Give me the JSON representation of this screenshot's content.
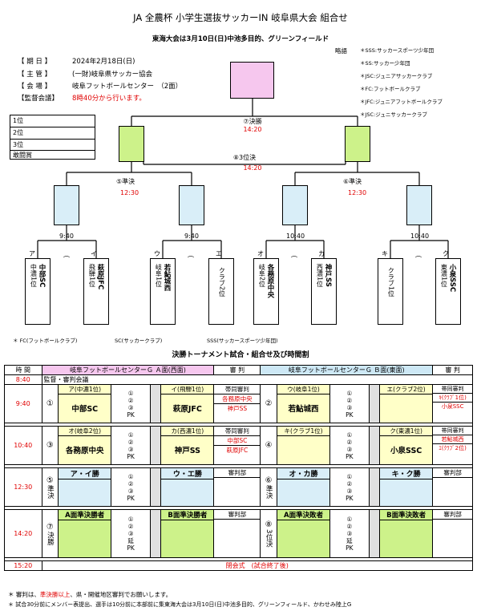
{
  "header": {
    "title": "JA 全農杯 小学生選抜サッカーIN 岐阜県大会 組合せ",
    "subtitle": "東海大会は3月10日(日)中池多目的、グリーンフィールド",
    "abbr_label": "略語"
  },
  "info": {
    "date_label": "【 期 日 】",
    "date_value": "2024年2月18日(日)",
    "host_label": "【 主 管 】",
    "host_value": "(一財)岐阜県サッカー協会",
    "venue_label": "【 会 場 】",
    "venue_value": "岐阜フットボールセンター　（2面）",
    "meeting_label": "【監督会議】",
    "meeting_value": "8時40分から行います。"
  },
  "legend": [
    "＊SSS:サッカースポーツ少年団",
    "＊SS:サッカー少年団",
    "＊JSC:ジュニアサッカークラブ",
    "＊FC:フットボールクラブ",
    "＊JFC:ジュニアフットボールクラブ",
    "＊JSC:ジュニサッカークラブ"
  ],
  "ranks": [
    "1位",
    "2位",
    "3位",
    "敢闘賞"
  ],
  "bracket": {
    "final_label": "⑦決勝",
    "final_time": "14:20",
    "third_label": "⑧3位決",
    "third_time": "14:20",
    "semi5_label": "⑤準決",
    "semi5_time": "12:30",
    "semi6_label": "⑥準決",
    "semi6_time": "12:30",
    "r1_times": [
      "9:40",
      "9:40",
      "10:40",
      "10:40"
    ],
    "letters": [
      "ア",
      "イ",
      "ウ",
      "エ",
      "オ",
      "カ",
      "キ",
      "ク"
    ],
    "teams": [
      {
        "name": "中部SC",
        "rank": "中濃1位"
      },
      {
        "name": "萩原JFC",
        "rank": "飛騨1位"
      },
      {
        "name": "若鮎城西",
        "rank": "岐阜1位"
      },
      {
        "name": "クラブ2位",
        "rank": ""
      },
      {
        "name": "各務原中央",
        "rank": "岐阜2位"
      },
      {
        "name": "神戸SS",
        "rank": "西濃1位"
      },
      {
        "name": "クラブ1位",
        "rank": ""
      },
      {
        "name": "小泉SSC",
        "rank": "東濃1位"
      }
    ],
    "notes": [
      "＊ FC(フットボールクラブ)",
      "SC(サッカークラブ)",
      "SSS(サッカースポーツ少年団)"
    ]
  },
  "schedule": {
    "title": "決勝トーナメント試合・組合せ及び時間割",
    "col_time": "時 間",
    "col_a": "岐阜フットボールセンターＧ Ａ面(西面)",
    "col_ref": "審 判",
    "col_b": "岐阜フットボールセンターＧ Ｂ面(東面)",
    "col_ref2": "審 判",
    "meeting_time": "8:40",
    "meeting_text": "監督・審判会議",
    "rows": [
      {
        "time": "9:40",
        "a_num": "①",
        "a_left_rank": "ア(中濃1位)",
        "a_left": "中部SC",
        "a_right_rank": "イ(飛騨1位)",
        "a_right": "萩原JFC",
        "a_ref": [
          "帯同審判",
          "各務原中央",
          "神戸SS"
        ],
        "b_num": "②",
        "b_left_rank": "ウ(岐阜1位)",
        "b_left": "若鮎城西",
        "b_right_rank": "エ(クラブ2位)",
        "b_right": "",
        "b_ref": [
          "帯同審判",
          "ｷ(ｸﾗﾌﾞ1位)",
          "小泉SSC"
        ],
        "marks": [
          "①",
          "②",
          "③",
          "PK"
        ]
      },
      {
        "time": "10:40",
        "a_num": "③",
        "a_left_rank": "オ(岐阜2位)",
        "a_left": "各務原中央",
        "a_right_rank": "カ(西濃1位)",
        "a_right": "神戸SS",
        "a_ref": [
          "帯同審判",
          "中部SC",
          "萩原JFC"
        ],
        "b_num": "④",
        "b_left_rank": "キ(クラブ1位)",
        "b_left": "",
        "b_right_rank": "ク(東濃1位)",
        "b_right": "小泉SSC",
        "b_ref": [
          "帯同審判",
          "若鮎城西",
          "ｴ(ｸﾗﾌﾞ2位)"
        ],
        "marks": [
          "①",
          "②",
          "③",
          "PK"
        ]
      },
      {
        "time": "12:30",
        "a_num": "⑤",
        "a_num_sub": "準決",
        "a_left": "ア・イ勝",
        "a_right": "ウ・エ勝",
        "a_ref": [
          "審判部"
        ],
        "b_num": "⑥",
        "b_num_sub": "準決",
        "b_left": "オ・カ勝",
        "b_right": "キ・ク勝",
        "b_ref": [
          "審判部"
        ],
        "marks": [
          "①",
          "②",
          "③",
          "PK"
        ]
      },
      {
        "time": "14:20",
        "a_num": "⑦",
        "a_num_sub": "決勝",
        "a_left": "A面準決勝者",
        "a_right": "B面準決勝者",
        "a_ref": [
          "審判部"
        ],
        "b_num": "⑧",
        "b_num_sub": "3位決",
        "b_left": "A面準決敗者",
        "b_right": "B面準決敗者",
        "b_ref": [
          "審判部"
        ],
        "marks": [
          "①",
          "②",
          "③",
          "延",
          "PK"
        ]
      }
    ],
    "closing_time": "15:20",
    "closing_text": "閉会式　(試合終了後)"
  },
  "footer": {
    "note1_prefix": "＊ 審判は、",
    "note1_red": "準決勝以上",
    "note1_suffix": "、県・開催地区審判でお願いします。",
    "note2": "＊ 試合30分前にメンバー表提出、選手は10分前に本部前に集東海大会は3月10日(日)中池多目的、グリーンフィールド、かわせみ陸上G"
  },
  "colors": {
    "pink": "#f6c7ee",
    "green": "#cdf28a",
    "blue": "#d9eef8",
    "yellow": "#ffffc8",
    "red": "#e00000"
  }
}
